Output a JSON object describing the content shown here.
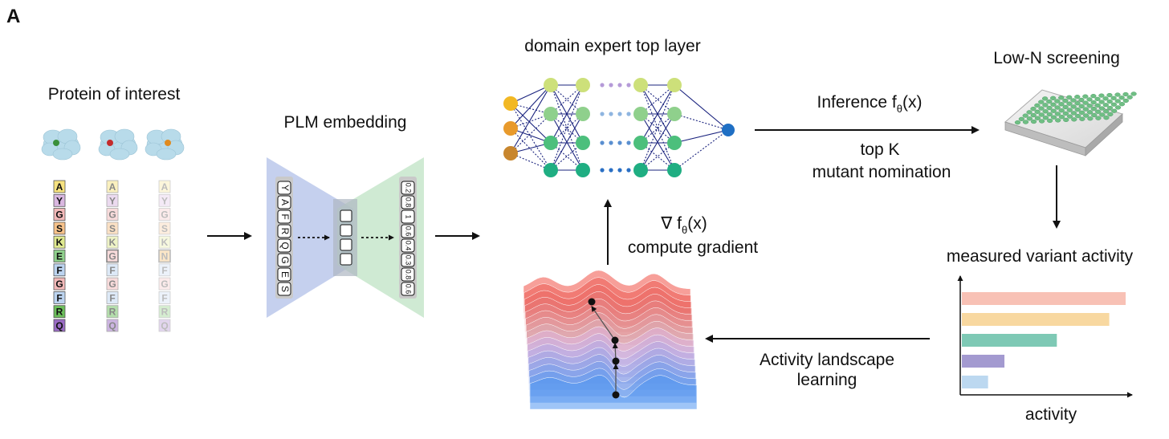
{
  "panel_label": "A",
  "protein_section": {
    "title": "Protein of interest",
    "sequence_columns": [
      {
        "opacity": 1.0,
        "residues": [
          "A",
          "Y",
          "G",
          "S",
          "K",
          "E",
          "F",
          "G",
          "F",
          "R",
          "Q"
        ],
        "highlight_index": -1
      },
      {
        "opacity": 0.5,
        "residues": [
          "A",
          "Y",
          "G",
          "S",
          "K",
          "G",
          "F",
          "G",
          "F",
          "R",
          "Q"
        ],
        "highlight_index": 5
      },
      {
        "opacity": 0.28,
        "residues": [
          "A",
          "Y",
          "G",
          "S",
          "K",
          "N",
          "F",
          "G",
          "F",
          "R",
          "Q"
        ],
        "highlight_index": 5
      }
    ],
    "residue_colors": {
      "A": "#f6e27f",
      "Y": "#d9b7e0",
      "G": "#f2b8b8",
      "S": "#f7c28a",
      "K": "#dfe98f",
      "E": "#8fd08c",
      "F": "#bcd4f0",
      "R": "#6cbf5b",
      "Q": "#9a6cc4",
      "N": "#f2a93b"
    },
    "blob_accent_colors": [
      "#3a8f3a",
      "#c42b2b",
      "#e08a1e"
    ]
  },
  "plm_section": {
    "title": "PLM embedding",
    "input_tokens": [
      "Y",
      "A",
      "F",
      "R",
      "Q",
      "G",
      "E",
      "S"
    ],
    "output_values": [
      "0.2",
      "0.8",
      "1",
      "0.6",
      "0.4",
      "0.3",
      "0.8",
      "0.6"
    ]
  },
  "nn_section": {
    "title": "domain expert top layer",
    "input_node_colors": [
      "#f2b824",
      "#e89a2c",
      "#c8862e"
    ],
    "hidden_node_colors": [
      "#cde07a",
      "#8fd08c",
      "#4cbf7c",
      "#1fae82"
    ],
    "output_node_color": "#1f6fc4",
    "dot_colors": [
      "#b59bd8",
      "#8fb5e0",
      "#5a8fd0",
      "#2a6fc4"
    ]
  },
  "inference_arrow": {
    "label": "Inference f",
    "subscript": "θ",
    "arg": "(x)",
    "below_line1": "top K",
    "below_line2": "mutant nomination"
  },
  "screening_section": {
    "title": "Low-N screening",
    "well_color": "#6fbf84"
  },
  "gradient_arrow": {
    "label_prefix": "∇ f",
    "subscript": "θ",
    "arg": "(x)",
    "label_line2": "compute gradient"
  },
  "activity_chart": {
    "title": "measured variant activity",
    "xlabel": "activity",
    "bars": [
      {
        "value": 1.0,
        "color": "#f8c1b5"
      },
      {
        "value": 0.9,
        "color": "#f8d8a0"
      },
      {
        "value": 0.58,
        "color": "#7ec9b5"
      },
      {
        "value": 0.26,
        "color": "#a39ad0"
      },
      {
        "value": 0.16,
        "color": "#bcd8f0"
      }
    ]
  },
  "landscape_section": {
    "label_line1": "Activity landscape",
    "label_line2": "learning"
  }
}
